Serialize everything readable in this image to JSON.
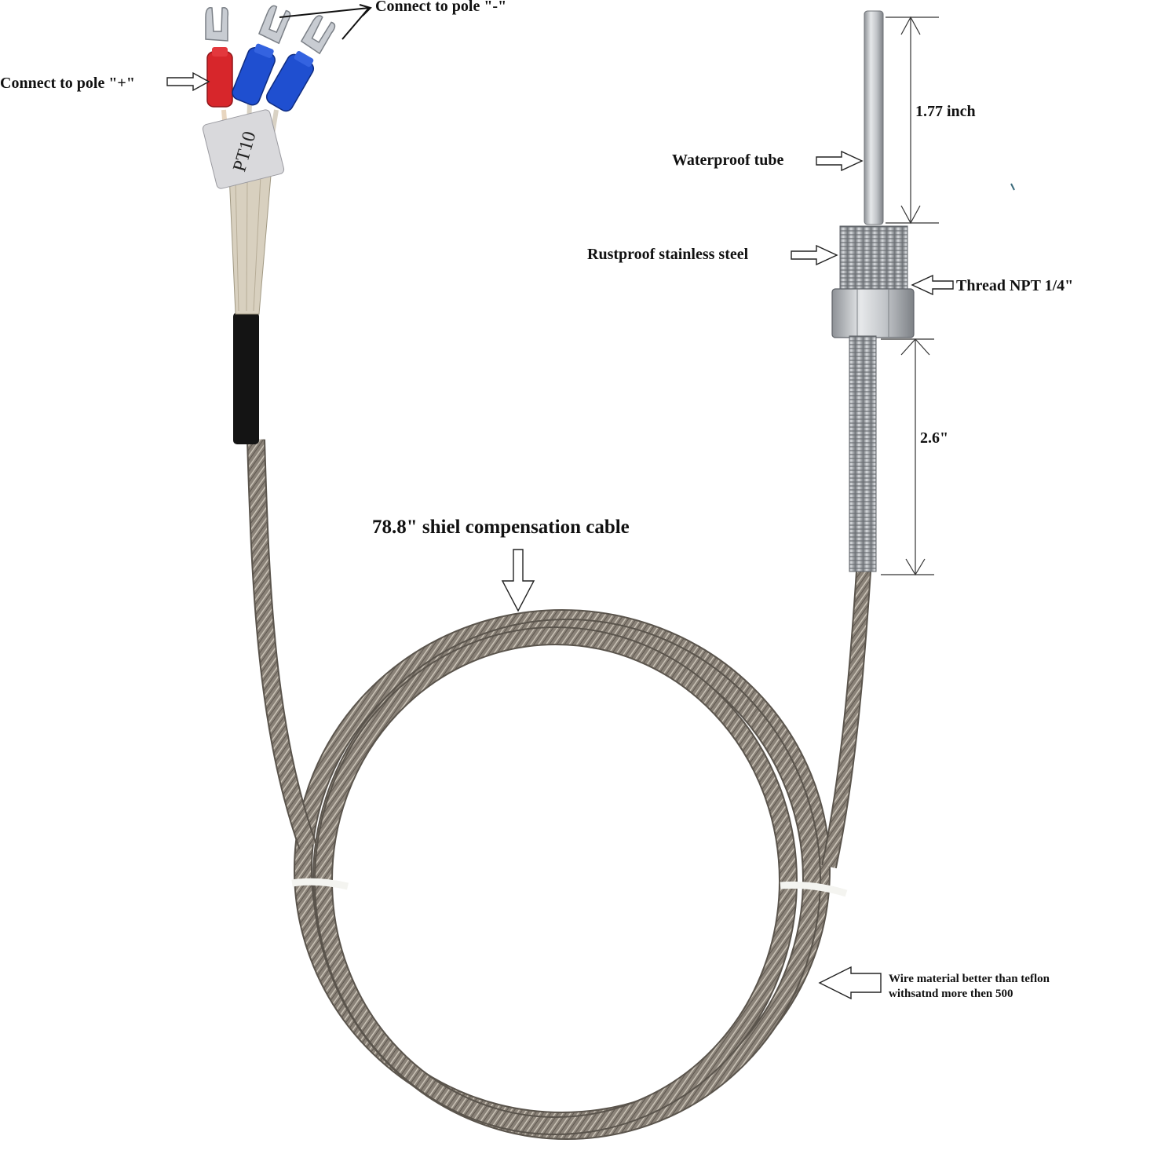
{
  "labels": {
    "pole_minus": "Connect to pole \"-\"",
    "pole_plus": "Connect to pole \"+\"",
    "sensor_tag": "PT10",
    "waterproof_tube": "Waterproof tube",
    "rustproof": "Rustproof stainless steel",
    "thread": "Thread NPT 1/4\"",
    "cable": "78.8\" shiel compensation cable",
    "wire_material_line1": "Wire material better than teflon",
    "wire_material_line2": "withsatnd more then 500"
  },
  "dimensions": {
    "tube_length": "1.77 inch",
    "thread_length": "2.6\""
  },
  "colors": {
    "cable_braid": "#8a8278",
    "cable_highlight": "#c9c2b6",
    "heat_shrink": "#141414",
    "terminal_red": "#d7262b",
    "terminal_blue": "#1f4fd0",
    "steel": "#b9bcc0",
    "lug_metal": "#c8ccd2"
  }
}
